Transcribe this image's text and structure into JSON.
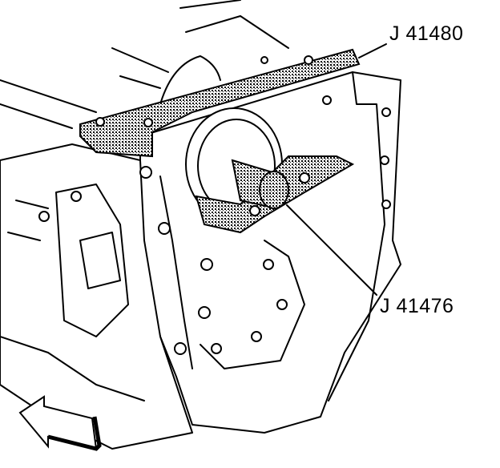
{
  "labels": {
    "bracket_tool": "J 41480",
    "holding_tool": "J 41476"
  },
  "colors": {
    "line": "#000000",
    "tool_fill": "#8a8a8a",
    "background": "#ffffff"
  },
  "icons": [
    "front-direction-arrow"
  ]
}
